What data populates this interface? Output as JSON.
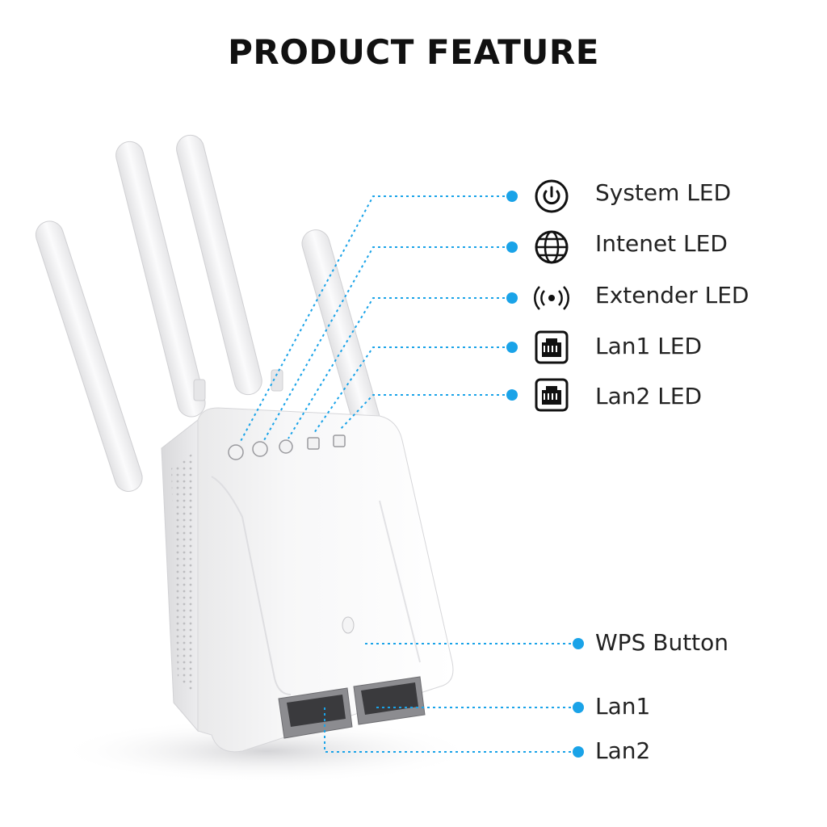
{
  "title": "PRODUCT FEATURE",
  "accent_color": "#1aa3e8",
  "device": {
    "name": "wifi-range-extender",
    "color": "white",
    "antenna_count": 4
  },
  "callouts": [
    {
      "id": "system-led",
      "icon": "power-icon",
      "label": "System LED"
    },
    {
      "id": "internet-led",
      "icon": "globe-icon",
      "label": "Intenet LED"
    },
    {
      "id": "extender-led",
      "icon": "signal-icon",
      "label": "Extender LED"
    },
    {
      "id": "lan1-led",
      "icon": "ethernet-port-icon",
      "label": "Lan1 LED"
    },
    {
      "id": "lan2-led",
      "icon": "ethernet-port-icon",
      "label": "Lan2 LED"
    },
    {
      "id": "wps-button",
      "icon": "",
      "label": "WPS Button"
    },
    {
      "id": "lan1",
      "icon": "",
      "label": "Lan1"
    },
    {
      "id": "lan2",
      "icon": "",
      "label": "Lan2"
    }
  ]
}
